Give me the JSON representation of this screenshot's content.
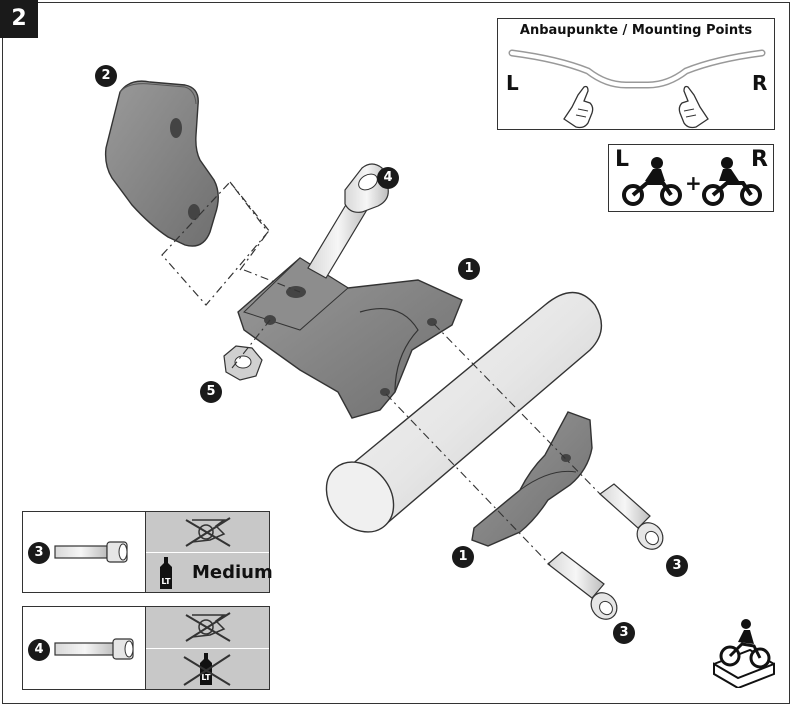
{
  "step": "2",
  "mounting_points": {
    "title": "Anbaupunkte / Mounting Points",
    "left": "L",
    "right": "R"
  },
  "sides": {
    "left": "L",
    "right": "R",
    "plus": "+"
  },
  "callouts": {
    "clamp_upper": "1",
    "clamp_lower": "1",
    "bracket": "2",
    "screw_short_a": "3",
    "screw_short_b": "3",
    "screw_long": "4",
    "nut": "5"
  },
  "spec_rows": [
    {
      "part_number": "3",
      "threadlocker": "Medium"
    },
    {
      "part_number": "4"
    }
  ],
  "icons": [
    "left-hand-pointer-icon",
    "right-hand-pointer-icon",
    "motorcycle-rider-icon",
    "no-torque-wrench-icon",
    "threadlocker-bottle-icon",
    "no-threadlocker-icon",
    "motorcycle-on-stand-icon"
  ]
}
